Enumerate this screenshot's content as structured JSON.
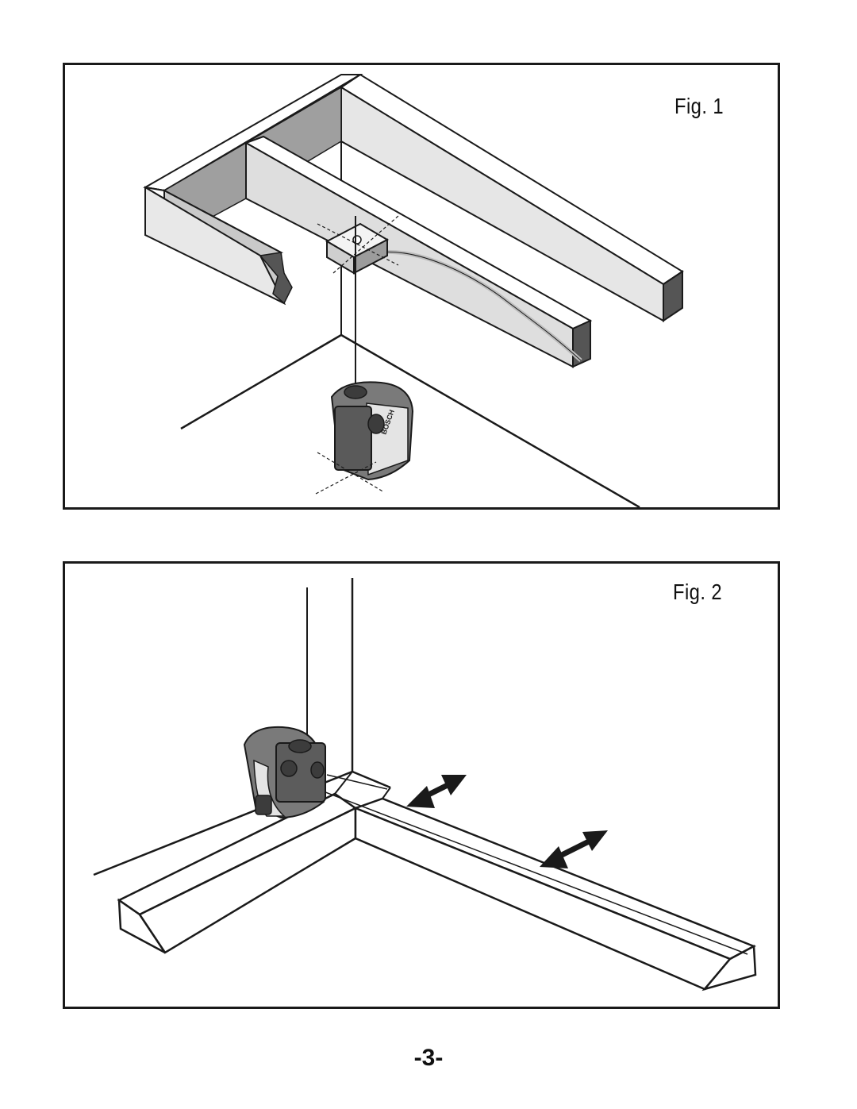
{
  "figures": [
    {
      "label": "Fig. 1",
      "tool_brand": "BOSCH"
    },
    {
      "label": "Fig. 2"
    }
  ],
  "page_number": "-3-",
  "colors": {
    "line": "#1a1a1a",
    "wood_shadow": "#b9b9b9",
    "tool_dark": "#555555"
  }
}
